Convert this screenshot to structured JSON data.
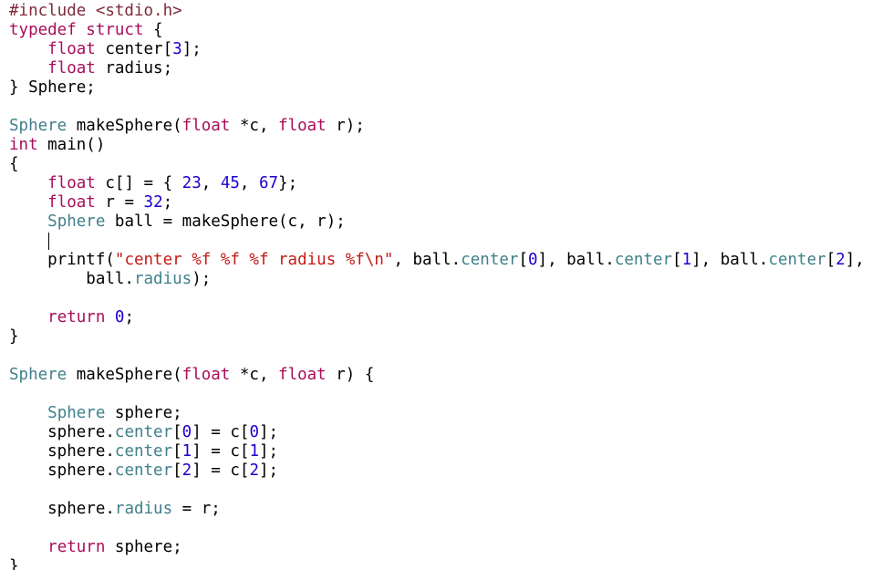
{
  "colors": {
    "default": "#000000",
    "preprocessor": "#7d2a3b",
    "keyword": "#a90d5b",
    "type": "#3f7f8b",
    "member": "#3f7f8b",
    "number": "#1c00cf",
    "string": "#c41a16"
  },
  "editor": {
    "cursor_line": 12,
    "lines": [
      [
        [
          "preprocessor",
          "#include <stdio.h>"
        ]
      ],
      [
        [
          "keyword",
          "typedef struct"
        ],
        [
          "default",
          " {"
        ]
      ],
      [
        [
          "default",
          "    "
        ],
        [
          "keyword",
          "float"
        ],
        [
          "default",
          " center["
        ],
        [
          "number",
          "3"
        ],
        [
          "default",
          "];"
        ]
      ],
      [
        [
          "default",
          "    "
        ],
        [
          "keyword",
          "float"
        ],
        [
          "default",
          " radius;"
        ]
      ],
      [
        [
          "default",
          "} Sphere;"
        ]
      ],
      [],
      [
        [
          "type",
          "Sphere"
        ],
        [
          "default",
          " makeSphere("
        ],
        [
          "keyword",
          "float"
        ],
        [
          "default",
          " *c, "
        ],
        [
          "keyword",
          "float"
        ],
        [
          "default",
          " r);"
        ]
      ],
      [
        [
          "keyword",
          "int"
        ],
        [
          "default",
          " main()"
        ]
      ],
      [
        [
          "default",
          "{"
        ]
      ],
      [
        [
          "default",
          "    "
        ],
        [
          "keyword",
          "float"
        ],
        [
          "default",
          " c[] = { "
        ],
        [
          "number",
          "23"
        ],
        [
          "default",
          ", "
        ],
        [
          "number",
          "45"
        ],
        [
          "default",
          ", "
        ],
        [
          "number",
          "67"
        ],
        [
          "default",
          "};"
        ]
      ],
      [
        [
          "default",
          "    "
        ],
        [
          "keyword",
          "float"
        ],
        [
          "default",
          " r = "
        ],
        [
          "number",
          "32"
        ],
        [
          "default",
          ";"
        ]
      ],
      [
        [
          "default",
          "    "
        ],
        [
          "type",
          "Sphere"
        ],
        [
          "default",
          " ball = makeSphere(c, r);"
        ]
      ],
      [
        [
          "default",
          "    "
        ]
      ],
      [
        [
          "default",
          "    printf("
        ],
        [
          "string",
          "\"center %f %f %f radius %f\\n\""
        ],
        [
          "default",
          ", ball."
        ],
        [
          "member",
          "center"
        ],
        [
          "default",
          "["
        ],
        [
          "number",
          "0"
        ],
        [
          "default",
          "], ball."
        ],
        [
          "member",
          "center"
        ],
        [
          "default",
          "["
        ],
        [
          "number",
          "1"
        ],
        [
          "default",
          "], ball."
        ],
        [
          "member",
          "center"
        ],
        [
          "default",
          "["
        ],
        [
          "number",
          "2"
        ],
        [
          "default",
          "],"
        ]
      ],
      [
        [
          "default",
          "        ball."
        ],
        [
          "member",
          "radius"
        ],
        [
          "default",
          ");"
        ]
      ],
      [],
      [
        [
          "default",
          "    "
        ],
        [
          "keyword",
          "return"
        ],
        [
          "default",
          " "
        ],
        [
          "number",
          "0"
        ],
        [
          "default",
          ";"
        ]
      ],
      [
        [
          "default",
          "}"
        ]
      ],
      [],
      [
        [
          "type",
          "Sphere"
        ],
        [
          "default",
          " makeSphere("
        ],
        [
          "keyword",
          "float"
        ],
        [
          "default",
          " *c, "
        ],
        [
          "keyword",
          "float"
        ],
        [
          "default",
          " r) {"
        ]
      ],
      [],
      [
        [
          "default",
          "    "
        ],
        [
          "type",
          "Sphere"
        ],
        [
          "default",
          " sphere;"
        ]
      ],
      [
        [
          "default",
          "    sphere."
        ],
        [
          "member",
          "center"
        ],
        [
          "default",
          "["
        ],
        [
          "number",
          "0"
        ],
        [
          "default",
          "] = c["
        ],
        [
          "number",
          "0"
        ],
        [
          "default",
          "];"
        ]
      ],
      [
        [
          "default",
          "    sphere."
        ],
        [
          "member",
          "center"
        ],
        [
          "default",
          "["
        ],
        [
          "number",
          "1"
        ],
        [
          "default",
          "] = c["
        ],
        [
          "number",
          "1"
        ],
        [
          "default",
          "];"
        ]
      ],
      [
        [
          "default",
          "    sphere."
        ],
        [
          "member",
          "center"
        ],
        [
          "default",
          "["
        ],
        [
          "number",
          "2"
        ],
        [
          "default",
          "] = c["
        ],
        [
          "number",
          "2"
        ],
        [
          "default",
          "];"
        ]
      ],
      [],
      [
        [
          "default",
          "    sphere."
        ],
        [
          "member",
          "radius"
        ],
        [
          "default",
          " = r;"
        ]
      ],
      [],
      [
        [
          "default",
          "    "
        ],
        [
          "keyword",
          "return"
        ],
        [
          "default",
          " sphere;"
        ]
      ],
      [
        [
          "default",
          "}"
        ]
      ]
    ]
  }
}
